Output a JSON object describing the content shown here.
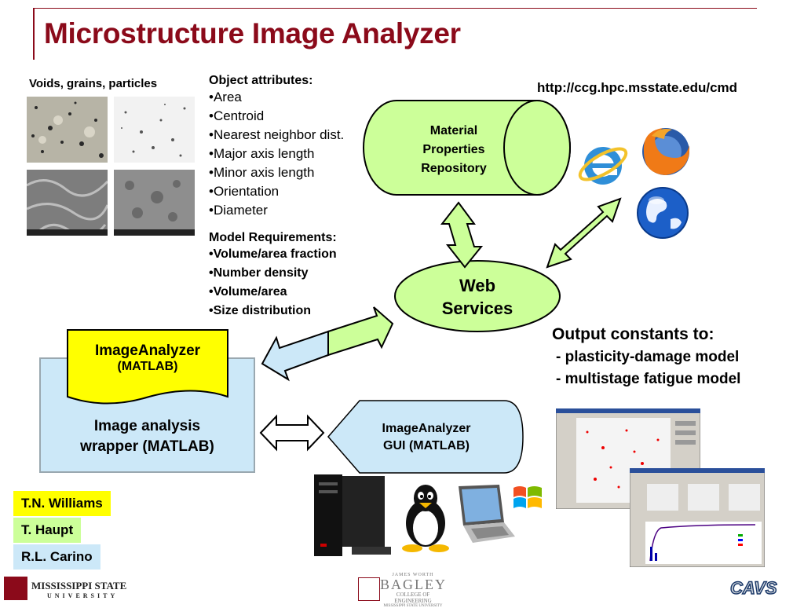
{
  "title": "Microstructure Image Analyzer",
  "thumbnails_label": "Voids, grains, particles",
  "object_attributes": {
    "heading": "Object attributes:",
    "items": [
      "•Area",
      "•Centroid",
      "•Nearest neighbor dist.",
      "•Major axis length",
      "•Minor axis length",
      "•Orientation",
      "•Diameter"
    ]
  },
  "model_requirements": {
    "heading": "Model Requirements:",
    "items": [
      "•Volume/area fraction",
      "•Number density",
      "•Volume/area",
      "•Size distribution"
    ]
  },
  "url": "http://ccg.hpc.msstate.edu/cmd",
  "repository": {
    "line1": "Material",
    "line2": "Properties",
    "line3": "Repository"
  },
  "web_services": {
    "line1": "Web",
    "line2": "Services"
  },
  "output": {
    "heading": "Output constants to:",
    "item1": "- plasticity-damage model",
    "item2": "- multistage fatigue model"
  },
  "image_analyzer_doc": {
    "line1": "ImageAnalyzer",
    "line2": "(MATLAB)"
  },
  "wrapper": {
    "line1": "Image analysis",
    "line2": "wrapper (MATLAB)"
  },
  "gui": {
    "line1": "ImageAnalyzer",
    "line2": "GUI (MATLAB)"
  },
  "authors": [
    "T.N. Williams",
    "T. Haupt",
    "R.L. Carino"
  ],
  "footer": {
    "msu_line1": "MISSISSIPPI STATE",
    "msu_line2": "UNIVERSITY",
    "bagley_top": "JAMES WORTH",
    "bagley_main": "BAGLEY",
    "bagley_sub": "COLLEGE OF ENGINEERING",
    "bagley_small": "MISSISSIPPI STATE UNIVERSITY",
    "cavs": "CAVS"
  },
  "colors": {
    "title": "#8b0a1a",
    "green": "#ccff99",
    "blue": "#cce8f8",
    "yellow": "#ffff00"
  },
  "icons": [
    "internet-explorer-icon",
    "firefox-icon",
    "globe-icon",
    "workstation-icon",
    "tux-linux-icon",
    "laptop-icon",
    "windows-logo-icon"
  ]
}
